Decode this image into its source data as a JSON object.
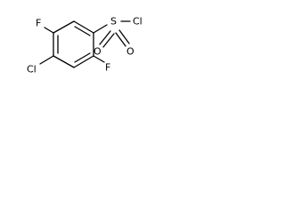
{
  "structure": {
    "atoms": {
      "f_top": "F",
      "s": "S",
      "cl_sulfonyl": "Cl",
      "o_left": "O",
      "o_right": "O",
      "cl_ring": "Cl",
      "f_bottom": "F"
    },
    "colors": {
      "ink": "#000000",
      "background": "#ffffff"
    }
  }
}
